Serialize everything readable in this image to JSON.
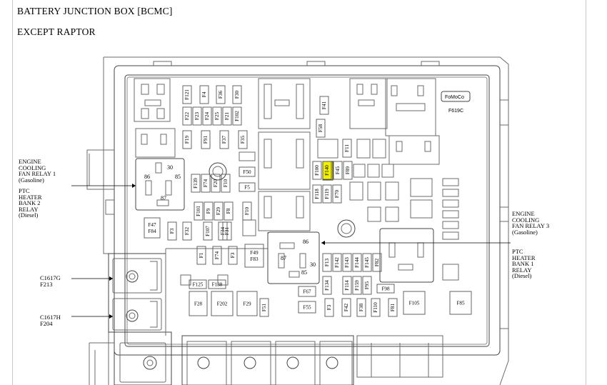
{
  "title": "BATTERY JUNCTION BOX [BCMC]",
  "subtitle": "EXCEPT RAPTOR",
  "callouts": {
    "fan_relay_1": "ENGINE\nCOOLING\nFAN RELAY 1\n(Gasoline)",
    "ptc_bank_2": "PTC\nHEATER\nBANK 2\nRELAY\n(Diesel)",
    "c1617g": "C1617G\nF213",
    "c1617h": "C1617H\nF204",
    "fan_relay_3": "ENGINE\nCOOLING\nFAN RELAY 3\n(Gasoline)",
    "ptc_bank_1": "PTC\nHEATER\nBANK 1\nRELAY\n(Diesel)"
  },
  "logo_text": "FoMoCo",
  "part_number": "F619C",
  "highlight_color": "#f2f200",
  "relay_pins": {
    "r1": [
      "30",
      "86",
      "85",
      "87"
    ],
    "r2": [
      "86",
      "87",
      "30",
      "85"
    ]
  },
  "fuses_v": [
    {
      "label": "F121"
    },
    {
      "label": "F4"
    },
    {
      "label": "F36"
    },
    {
      "label": "F30"
    },
    {
      "label": "F22"
    },
    {
      "label": "F23"
    },
    {
      "label": "F24"
    },
    {
      "label": "F25"
    },
    {
      "label": "F21"
    },
    {
      "label": "F102"
    },
    {
      "label": "F19"
    },
    {
      "label": "F91"
    },
    {
      "label": "F37"
    },
    {
      "label": "F35"
    },
    {
      "label": "F139"
    },
    {
      "label": "F74"
    },
    {
      "label": "F20"
    },
    {
      "label": "F10"
    },
    {
      "label": "F101"
    },
    {
      "label": "F9"
    },
    {
      "label": "F29"
    },
    {
      "label": "F8"
    },
    {
      "label": "F10"
    },
    {
      "label": "F3"
    },
    {
      "label": "F32"
    },
    {
      "label": "F107"
    },
    {
      "label": "F34"
    },
    {
      "label": "F31"
    },
    {
      "label": "F41"
    },
    {
      "label": "F58"
    },
    {
      "label": "F11"
    },
    {
      "label": "F100"
    },
    {
      "label": "F140"
    },
    {
      "label": "F45"
    },
    {
      "label": "F89"
    },
    {
      "label": "F118"
    },
    {
      "label": "F119"
    },
    {
      "label": "F70"
    },
    {
      "label": "F1"
    },
    {
      "label": "F74"
    },
    {
      "label": "F3"
    },
    {
      "label": "F13"
    },
    {
      "label": "F142"
    },
    {
      "label": "F143"
    },
    {
      "label": "F144"
    },
    {
      "label": "F145"
    },
    {
      "label": "F82"
    },
    {
      "label": "F134"
    },
    {
      "label": "F114"
    },
    {
      "label": "F159"
    },
    {
      "label": "F95"
    },
    {
      "label": "F51"
    },
    {
      "label": "F3"
    },
    {
      "label": "F42"
    },
    {
      "label": "F38"
    },
    {
      "label": "F110"
    },
    {
      "label": "F81"
    }
  ],
  "fuses_h": [
    {
      "label": "F50"
    },
    {
      "label": "F5"
    },
    {
      "label": "F125"
    },
    {
      "label": "F138"
    },
    {
      "label": "F28"
    },
    {
      "label": "F202"
    },
    {
      "label": "F29"
    },
    {
      "label": "F67"
    },
    {
      "label": "F55"
    },
    {
      "label": "F98"
    },
    {
      "label": "F105"
    },
    {
      "label": "F85"
    },
    {
      "label": "F47\nF84"
    },
    {
      "label": "F49\nF83"
    }
  ]
}
